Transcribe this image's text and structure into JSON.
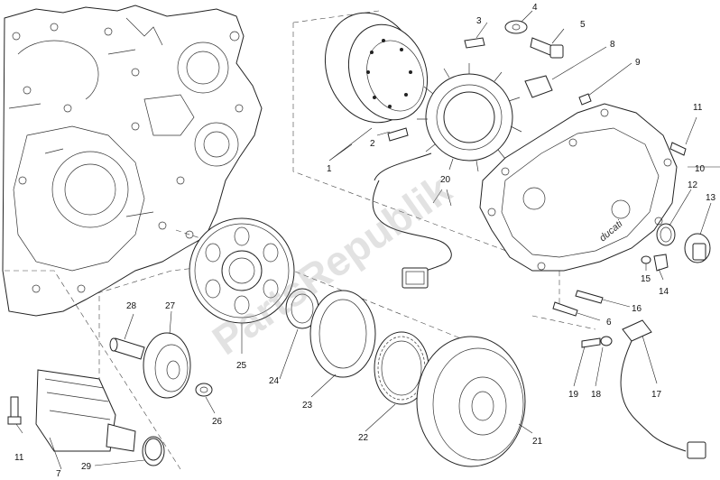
{
  "diagram": {
    "parts": [
      {
        "id": "p1",
        "number": "1"
      },
      {
        "id": "p2",
        "number": "2"
      },
      {
        "id": "p3",
        "number": "3"
      },
      {
        "id": "p4",
        "number": "4"
      },
      {
        "id": "p5",
        "number": "5"
      },
      {
        "id": "p6",
        "number": "6"
      },
      {
        "id": "p7",
        "number": "7"
      },
      {
        "id": "p8",
        "number": "8"
      },
      {
        "id": "p9",
        "number": "9"
      },
      {
        "id": "p10",
        "number": "10"
      },
      {
        "id": "p11a",
        "number": "11"
      },
      {
        "id": "p11b",
        "number": "11"
      },
      {
        "id": "p12",
        "number": "12"
      },
      {
        "id": "p13",
        "number": "13"
      },
      {
        "id": "p14",
        "number": "14"
      },
      {
        "id": "p15",
        "number": "15"
      },
      {
        "id": "p16",
        "number": "16"
      },
      {
        "id": "p17",
        "number": "17"
      },
      {
        "id": "p18",
        "number": "18"
      },
      {
        "id": "p19",
        "number": "19"
      },
      {
        "id": "p20",
        "number": "20"
      },
      {
        "id": "p21",
        "number": "21"
      },
      {
        "id": "p22",
        "number": "22"
      },
      {
        "id": "p23",
        "number": "23"
      },
      {
        "id": "p24",
        "number": "24"
      },
      {
        "id": "p25",
        "number": "25"
      },
      {
        "id": "p26",
        "number": "26"
      },
      {
        "id": "p27",
        "number": "27"
      },
      {
        "id": "p28",
        "number": "28"
      },
      {
        "id": "p29",
        "number": "29"
      }
    ],
    "watermark": "PartsRepublik",
    "cover_logo": "ducati"
  }
}
